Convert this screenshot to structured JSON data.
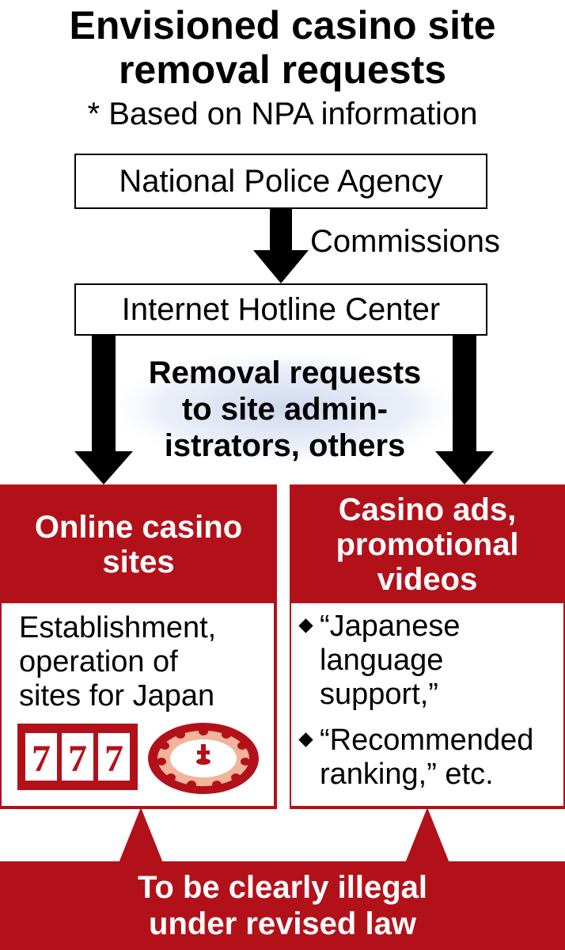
{
  "title": {
    "line1": "Envisioned casino site",
    "line2": "removal requests"
  },
  "subtitle": "* Based on NPA information",
  "nodes": {
    "npa": "National Police Agency",
    "commissions": "Commissions",
    "ihc": "Internet Hotline Center",
    "removal_line1": "Removal requests",
    "removal_line2": "to site admin-",
    "removal_line3": "istrators, others"
  },
  "left_panel": {
    "head_line1": "Online casino",
    "head_line2": "sites",
    "body_line1": "Establishment,",
    "body_line2": "operation of",
    "body_line3": "sites for Japan",
    "icons": [
      "slot-machine-icon",
      "roulette-wheel-icon"
    ],
    "slot_digits": [
      "7",
      "7",
      "7"
    ]
  },
  "right_panel": {
    "head_line1": "Casino ads,",
    "head_line2": "promotional",
    "head_line3": "videos",
    "bullet1_line1": "“Japanese",
    "bullet1_line2": "language",
    "bullet1_line3": "support,”",
    "bullet2_line1": "“Recommended",
    "bullet2_line2": "ranking,” etc."
  },
  "banner": {
    "line1": "To be clearly illegal",
    "line2": "under revised law"
  },
  "colors": {
    "accent_red": "#b3111a",
    "roulette_light": "#f2b49a",
    "text": "#000000",
    "background": "#ffffff"
  }
}
